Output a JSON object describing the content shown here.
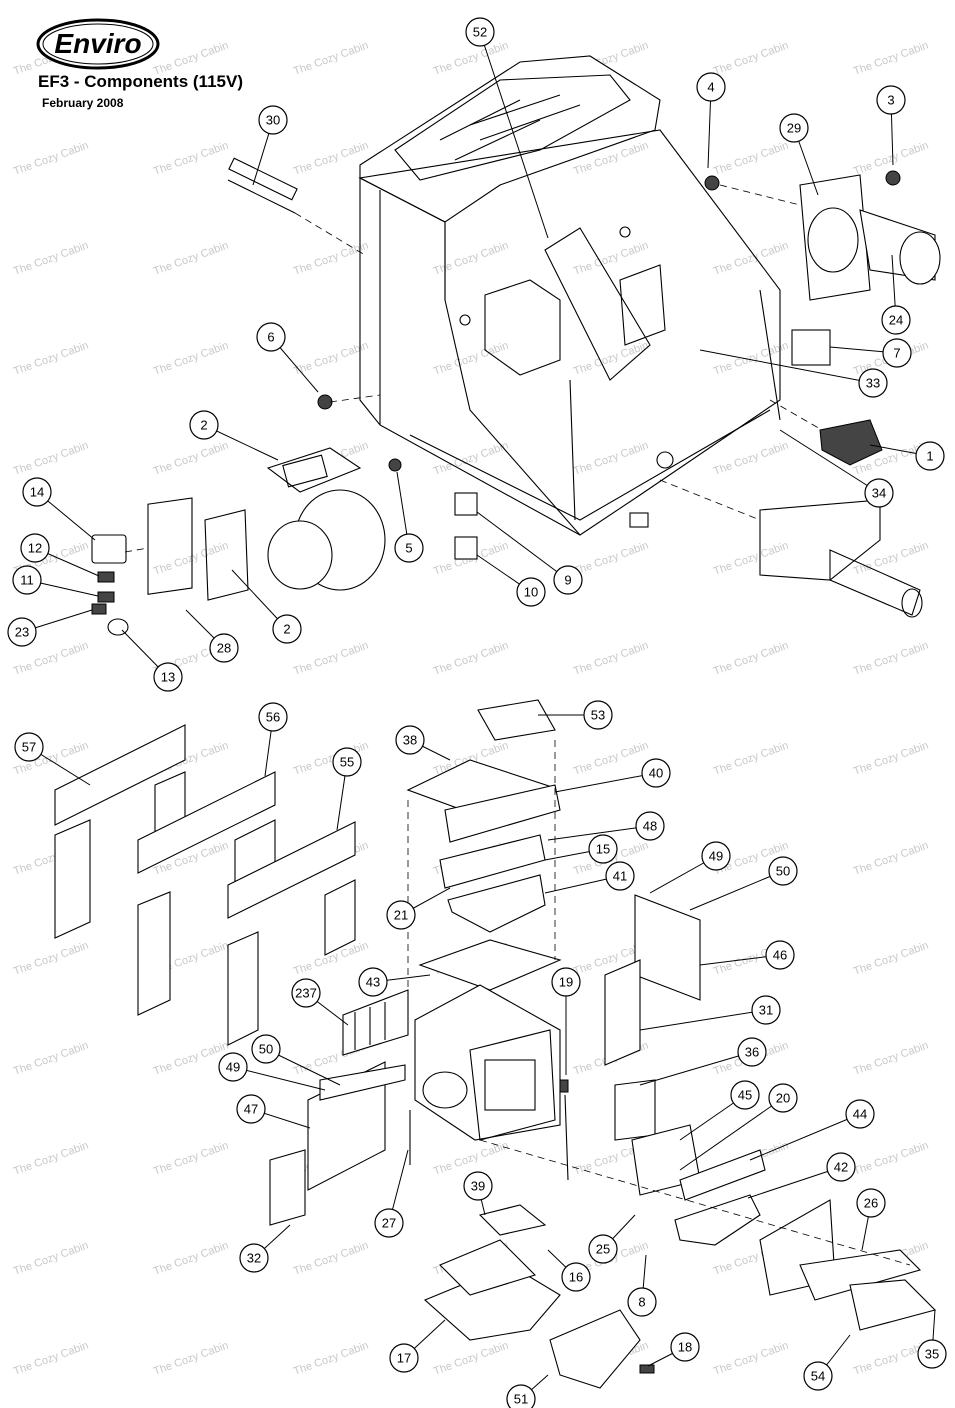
{
  "header": {
    "brand": "Enviro",
    "title": "EF3 - Components (115V)",
    "date": "February 2008"
  },
  "watermark": "The Cozy Cabin",
  "callouts": [
    "52",
    "4",
    "3",
    "30",
    "29",
    "24",
    "6",
    "7",
    "33",
    "2",
    "1",
    "34",
    "5",
    "14",
    "12",
    "11",
    "23",
    "13",
    "28",
    "2",
    "9",
    "10",
    "57",
    "56",
    "55",
    "53",
    "38",
    "40",
    "48",
    "15",
    "49",
    "50",
    "41",
    "21",
    "46",
    "43",
    "237",
    "19",
    "31",
    "36",
    "49",
    "50",
    "47",
    "45",
    "20",
    "44",
    "42",
    "27",
    "39",
    "26",
    "32",
    "25",
    "16",
    "8",
    "17",
    "18",
    "54",
    "35",
    "51"
  ]
}
